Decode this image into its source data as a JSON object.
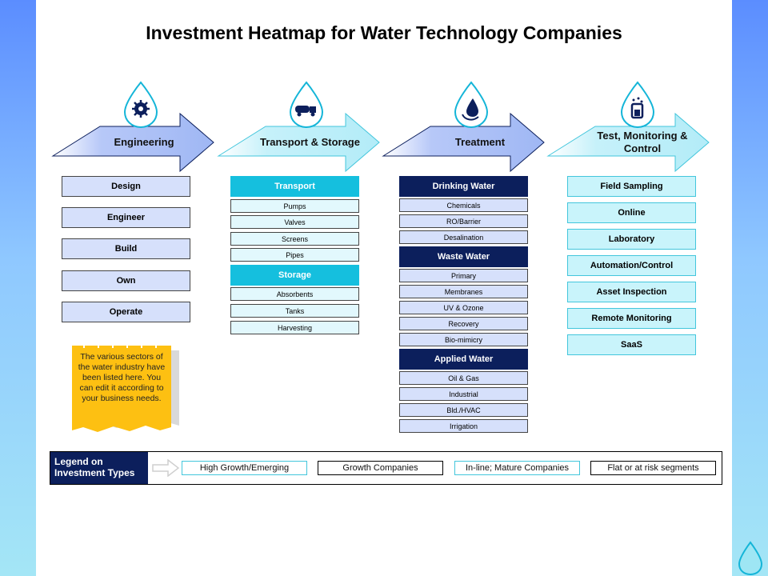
{
  "title": "Investment Heatmap for Water Technology Companies",
  "categories": [
    {
      "label": "Engineering",
      "icon": "gear-drop-icon"
    },
    {
      "label": "Transport & Storage",
      "icon": "tanker-truck-icon"
    },
    {
      "label": "Treatment",
      "icon": "water-drop-icon"
    },
    {
      "label": "Test, Monitoring & Control",
      "icon": "lab-beaker-icon"
    }
  ],
  "engineering": [
    "Design",
    "Engineer",
    "Build",
    "Own",
    "Operate"
  ],
  "transport": {
    "head": "Transport",
    "items": [
      "Pumps",
      "Valves",
      "Screens",
      "Pipes"
    ]
  },
  "storage": {
    "head": "Storage",
    "items": [
      "Absorbents",
      "Tanks",
      "Harvesting"
    ]
  },
  "drinking": {
    "head": "Drinking Water",
    "items": [
      "Chemicals",
      "RO/Barrier",
      "Desalination"
    ]
  },
  "waste": {
    "head": "Waste Water",
    "items": [
      "Primary",
      "Membranes",
      "UV & Ozone",
      "Recovery",
      "Bio-mimicry"
    ]
  },
  "applied": {
    "head": "Applied Water",
    "items": [
      "Oil & Gas",
      "Industrial",
      "Bld./HVAC",
      "Irrigation"
    ]
  },
  "test": [
    "Field Sampling",
    "Online",
    "Laboratory",
    "Automation/Control",
    "Asset Inspection",
    "Remote Monitoring",
    "SaaS"
  ],
  "note": "The various sectors of the water industry have been listed here. You can edit it according to your business needs.",
  "legend": {
    "title": "Legend on Investment Types",
    "items": [
      {
        "label": "High Growth/Emerging",
        "border": "#43c6dc"
      },
      {
        "label": "Growth Companies",
        "border": "#000000"
      },
      {
        "label": "In-line; Mature Companies",
        "border": "#43c6dc"
      },
      {
        "label": "Flat or at risk segments",
        "border": "#000000"
      }
    ]
  },
  "colors": {
    "engineering_fill": "#d6e0fb",
    "transport_head": "#15bfde",
    "treatment_head": "#0c1f5c",
    "test_fill": "#c9f4fb",
    "note_fill": "#fdc012"
  }
}
